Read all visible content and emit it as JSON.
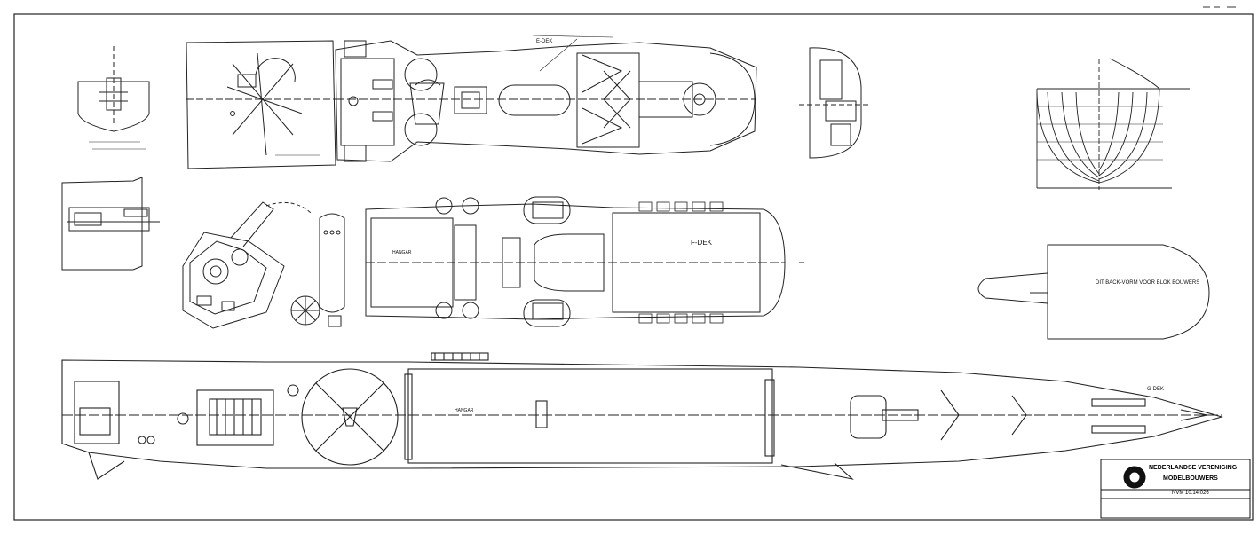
{
  "deck_labels": {
    "e_dek": "E-DEK",
    "f_dek": "F-DEK",
    "g_dek": "G-DEK",
    "hangar_f": "HANGAR",
    "hangar_g": "HANGAR"
  },
  "notes": {
    "side_view_note": "DIT BACK-VORM VOOR BLOK BOUWERS"
  },
  "title_block": {
    "organization_line1": "NEDERLANDSE VERENIGING",
    "organization_line2": "MODELBOUWERS",
    "drawing_number": "NVM 10.14.026"
  },
  "colors": {
    "ink": "#111111",
    "paper": "#ffffff"
  }
}
